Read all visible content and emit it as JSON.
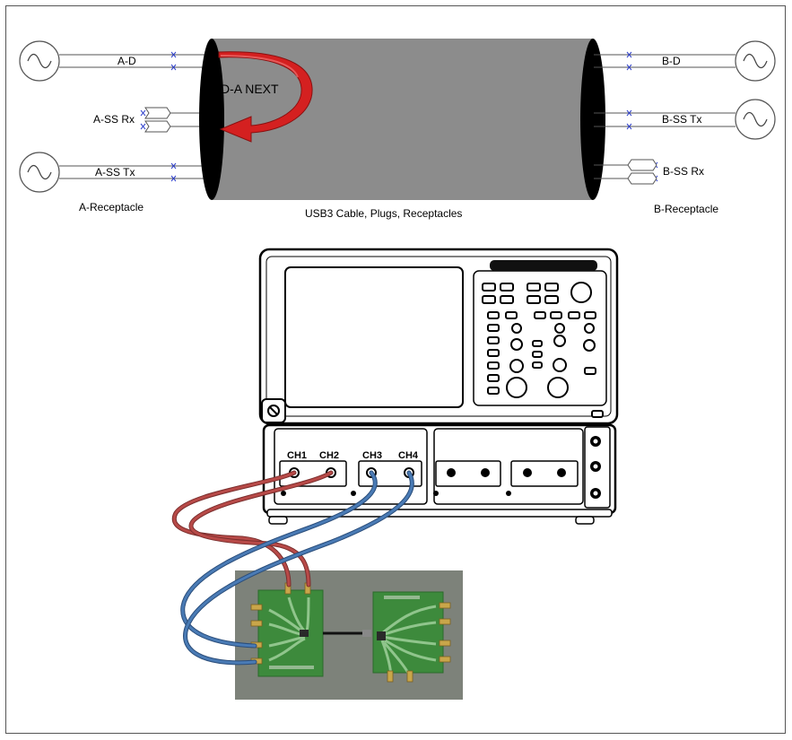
{
  "cable": {
    "caption": "USB3 Cable, Plugs, Receptacles",
    "next_label": "D-A NEXT",
    "body_color": "#8c8c8c",
    "arrow_color": "#d42020"
  },
  "receptacle_a": {
    "caption": "A-Receptacle",
    "lines": [
      "A-D",
      "A-SS Rx",
      "A-SS Tx"
    ]
  },
  "receptacle_b": {
    "caption": "B-Receptacle",
    "lines": [
      "B-D",
      "B-SS Tx",
      "B-SS Rx"
    ]
  },
  "scope": {
    "channels": [
      "CH1",
      "CH2",
      "CH3",
      "CH4"
    ]
  },
  "cables": {
    "red": "#b84a48",
    "blue": "#4a7bb5"
  },
  "boards": {
    "background": "#7d827a",
    "pcb": "#3d8a3c"
  }
}
